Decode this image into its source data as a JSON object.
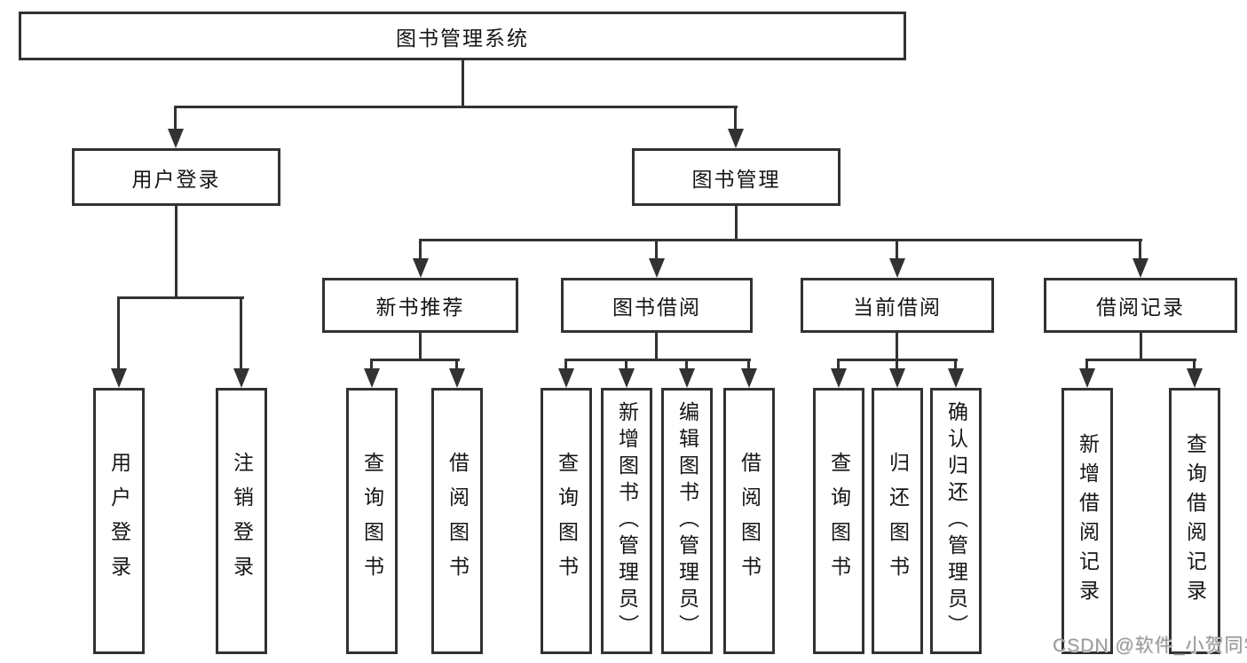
{
  "tree": {
    "root": "图书管理系统",
    "children": [
      {
        "label": "用户登录",
        "children": [
          "用户登录",
          "注销登录"
        ]
      },
      {
        "label": "图书管理",
        "children": [
          {
            "label": "新书推荐",
            "children": [
              "查询图书",
              "借阅图书"
            ]
          },
          {
            "label": "图书借阅",
            "children": [
              "查询图书",
              "新增图书（管理员）",
              "编辑图书（管理员）",
              "借阅图书"
            ]
          },
          {
            "label": "当前借阅",
            "children": [
              "查询图书",
              "归还图书",
              "确认归还（管理员）"
            ]
          },
          {
            "label": "借阅记录",
            "children": [
              "新增借阅记录",
              "查询借阅记录"
            ]
          }
        ]
      }
    ]
  },
  "watermark": "CSDN @软件_小贺同学",
  "colors": {
    "line": "#323232",
    "text": "#151515",
    "watermark": "#9a9a9a",
    "background": "#ffffff"
  }
}
